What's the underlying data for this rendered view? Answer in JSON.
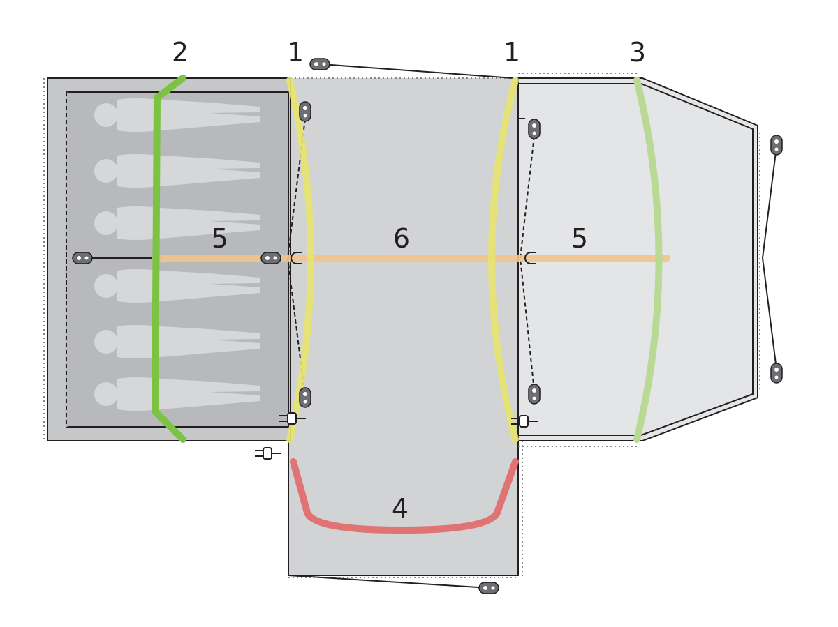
{
  "diagram": {
    "labels": {
      "pole_2": "2",
      "pole_1_left": "1",
      "pole_1_right": "1",
      "pole_3": "3",
      "pole_5_left": "5",
      "pole_6": "6",
      "pole_5_right": "5",
      "pole_4": "4"
    },
    "colors": {
      "pole_1": "#e6e36e",
      "pole_2": "#7dc243",
      "pole_3": "#b8da94",
      "pole_4": "#e07474",
      "pole_5_6": "#efc48c",
      "bedroom": "#c6c7c9",
      "inner_tent": "#b8b9bc",
      "living": "#d2d3d5",
      "porch": "#e4e5e6",
      "sleeper": "#d6d7d8"
    }
  }
}
